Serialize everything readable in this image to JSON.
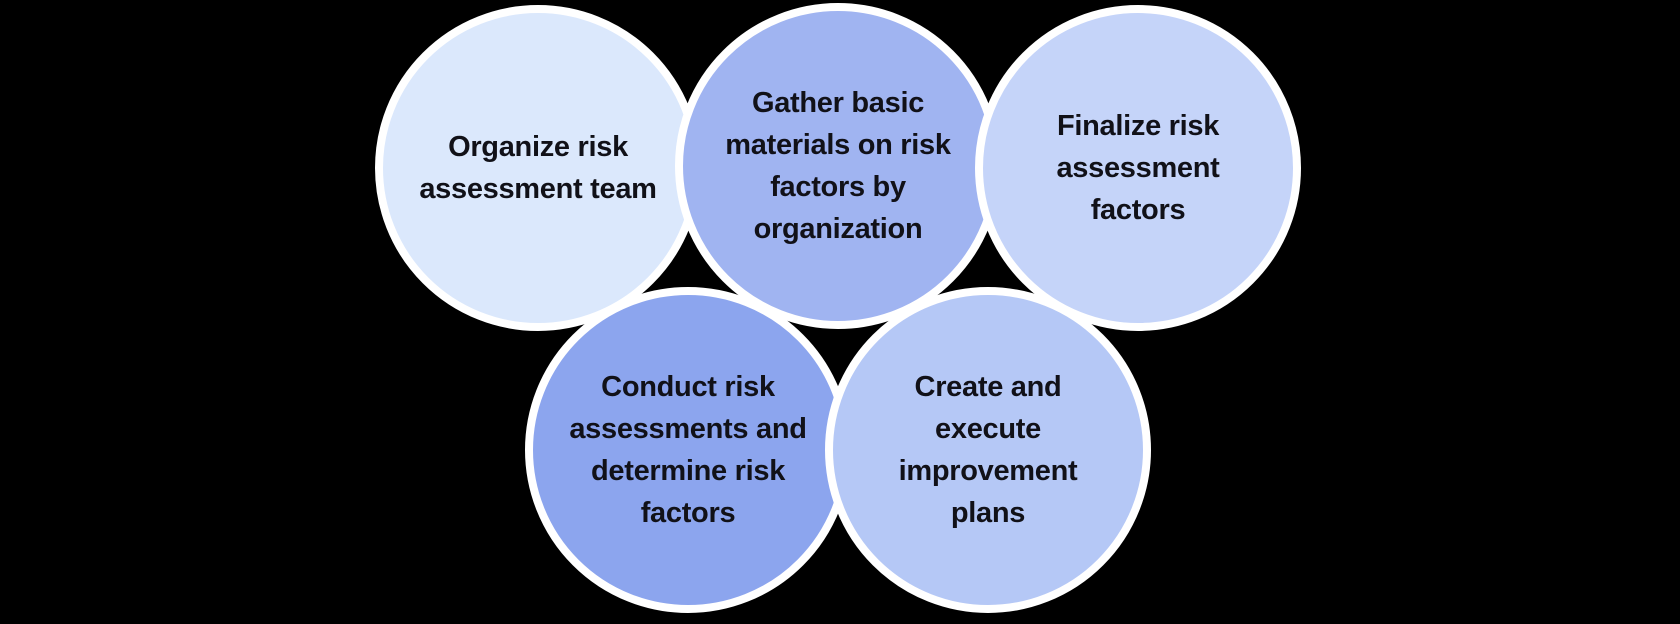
{
  "canvas": {
    "background": "#000000"
  },
  "diagram": {
    "type": "overlapping-circle-process",
    "style": {
      "circle_border_color": "#ffffff",
      "text_color": "#111118"
    },
    "steps": [
      {
        "id": "organize-team",
        "label": "Organize risk\nassessment team",
        "fill": "#dbe8fc"
      },
      {
        "id": "gather-materials",
        "label": "Gather basic\nmaterials on risk\nfactors by\norganization",
        "fill": "#a0b4f1"
      },
      {
        "id": "finalize-factors",
        "label": "Finalize risk\nassessment\nfactors",
        "fill": "#c5d4f9"
      },
      {
        "id": "conduct-assessments",
        "label": "Conduct risk\nassessments and\ndetermine risk\nfactors",
        "fill": "#8ca5ee"
      },
      {
        "id": "create-plans",
        "label": "Create and\nexecute\nimprovement\nplans",
        "fill": "#b5c8f6"
      }
    ]
  }
}
